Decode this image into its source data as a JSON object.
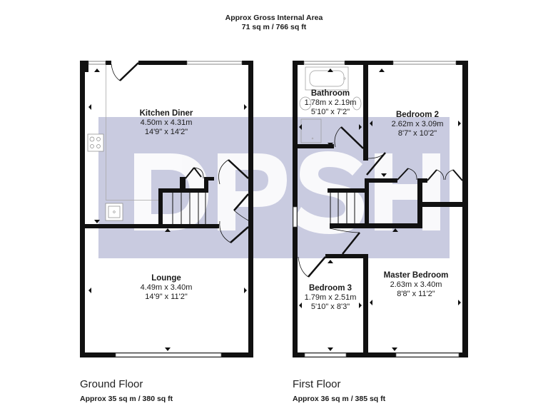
{
  "header": {
    "line1": "Approx Gross Internal Area",
    "line2": "71 sq m / 766 sq ft"
  },
  "watermark": {
    "text": "DPSH",
    "band_color": "#c9cbe0",
    "letter_color": "#ffffff"
  },
  "colors": {
    "wall": "#111111",
    "window": "#ffffff",
    "fixture_line": "#999999",
    "background": "#ffffff"
  },
  "floors": [
    {
      "title": "Ground Floor",
      "area": "Approx 35 sq m / 380 sq ft",
      "rooms": [
        {
          "name": "Kitchen Diner",
          "metric": "4.50m x 4.31m",
          "imperial": "14'9\" x 14'2\""
        },
        {
          "name": "Lounge",
          "metric": "4.49m x 3.40m",
          "imperial": "14'9\" x 11'2\""
        }
      ],
      "fixtures": [
        "hob-icon",
        "sink-icon",
        "staircase",
        "front-door"
      ]
    },
    {
      "title": "First Floor",
      "area": "Approx 36 sq m / 385 sq ft",
      "rooms": [
        {
          "name": "Bathroom",
          "metric": "1.78m x 2.19m",
          "imperial": "5'10\" x 7'2\""
        },
        {
          "name": "Bedroom 2",
          "metric": "2.62m x 3.09m",
          "imperial": "8'7\" x 10'2\""
        },
        {
          "name": "Bedroom 3",
          "metric": "1.79m x 2.51m",
          "imperial": "5'10\" x 8'3\""
        },
        {
          "name": "Master Bedroom",
          "metric": "2.63m x 3.40m",
          "imperial": "8'8\" x 11'2\""
        }
      ],
      "fixtures": [
        "bath-icon",
        "toilet-icon",
        "basin-icon",
        "shower-tray-icon",
        "staircase",
        "wardrobe"
      ]
    }
  ]
}
